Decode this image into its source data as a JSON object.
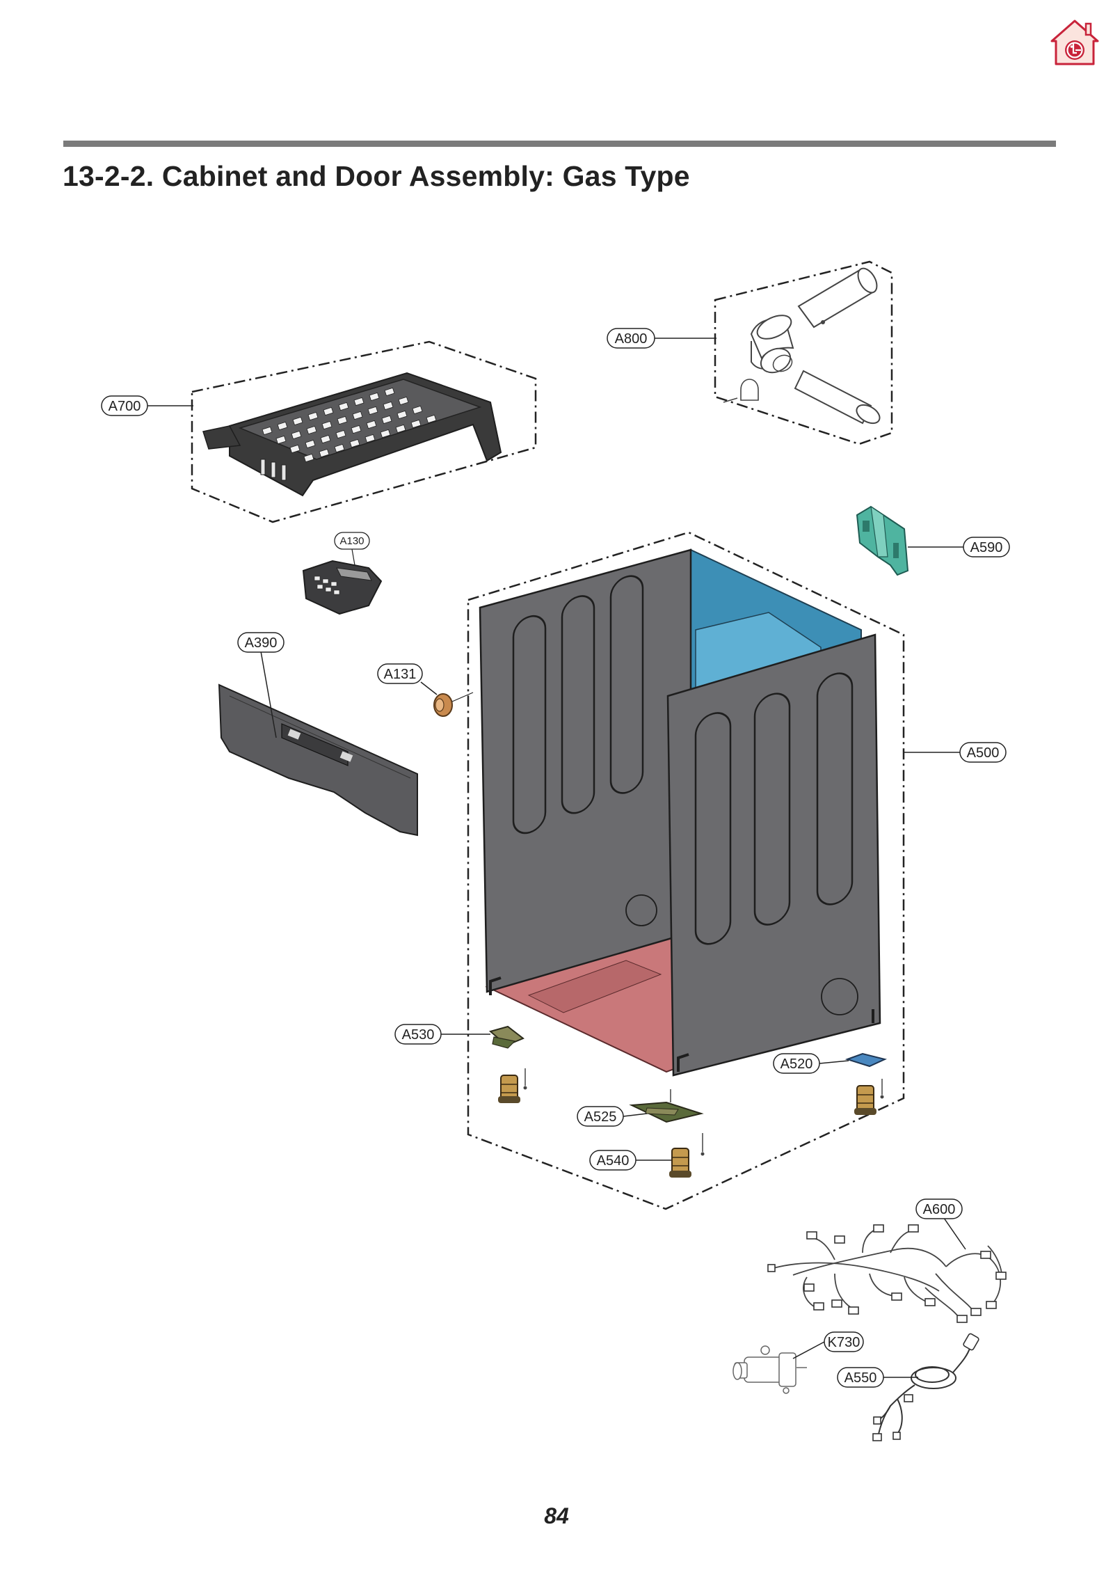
{
  "header": {
    "home_icon": "lg-home-icon",
    "title": "13-2-2. Cabinet and Door Assembly: Gas Type"
  },
  "diagram": {
    "labels": {
      "A700": "A700",
      "A800": "A800",
      "A130": "A130",
      "A590": "A590",
      "A390": "A390",
      "A131": "A131",
      "A500": "A500",
      "A530": "A530",
      "A520": "A520",
      "A525": "A525",
      "A540": "A540",
      "A600": "A600",
      "K730": "K730",
      "A550": "A550"
    }
  },
  "colors": {
    "rule": "#7b7b7b",
    "cabinet_panel": "#6b6b6e",
    "cabinet_interior_blue": "#3d8fb6",
    "base_pink": "#c9787a",
    "bracket_teal": "#4fb4a0",
    "home_icon_red": "#c8233a"
  },
  "footer": {
    "page_number": "84"
  }
}
